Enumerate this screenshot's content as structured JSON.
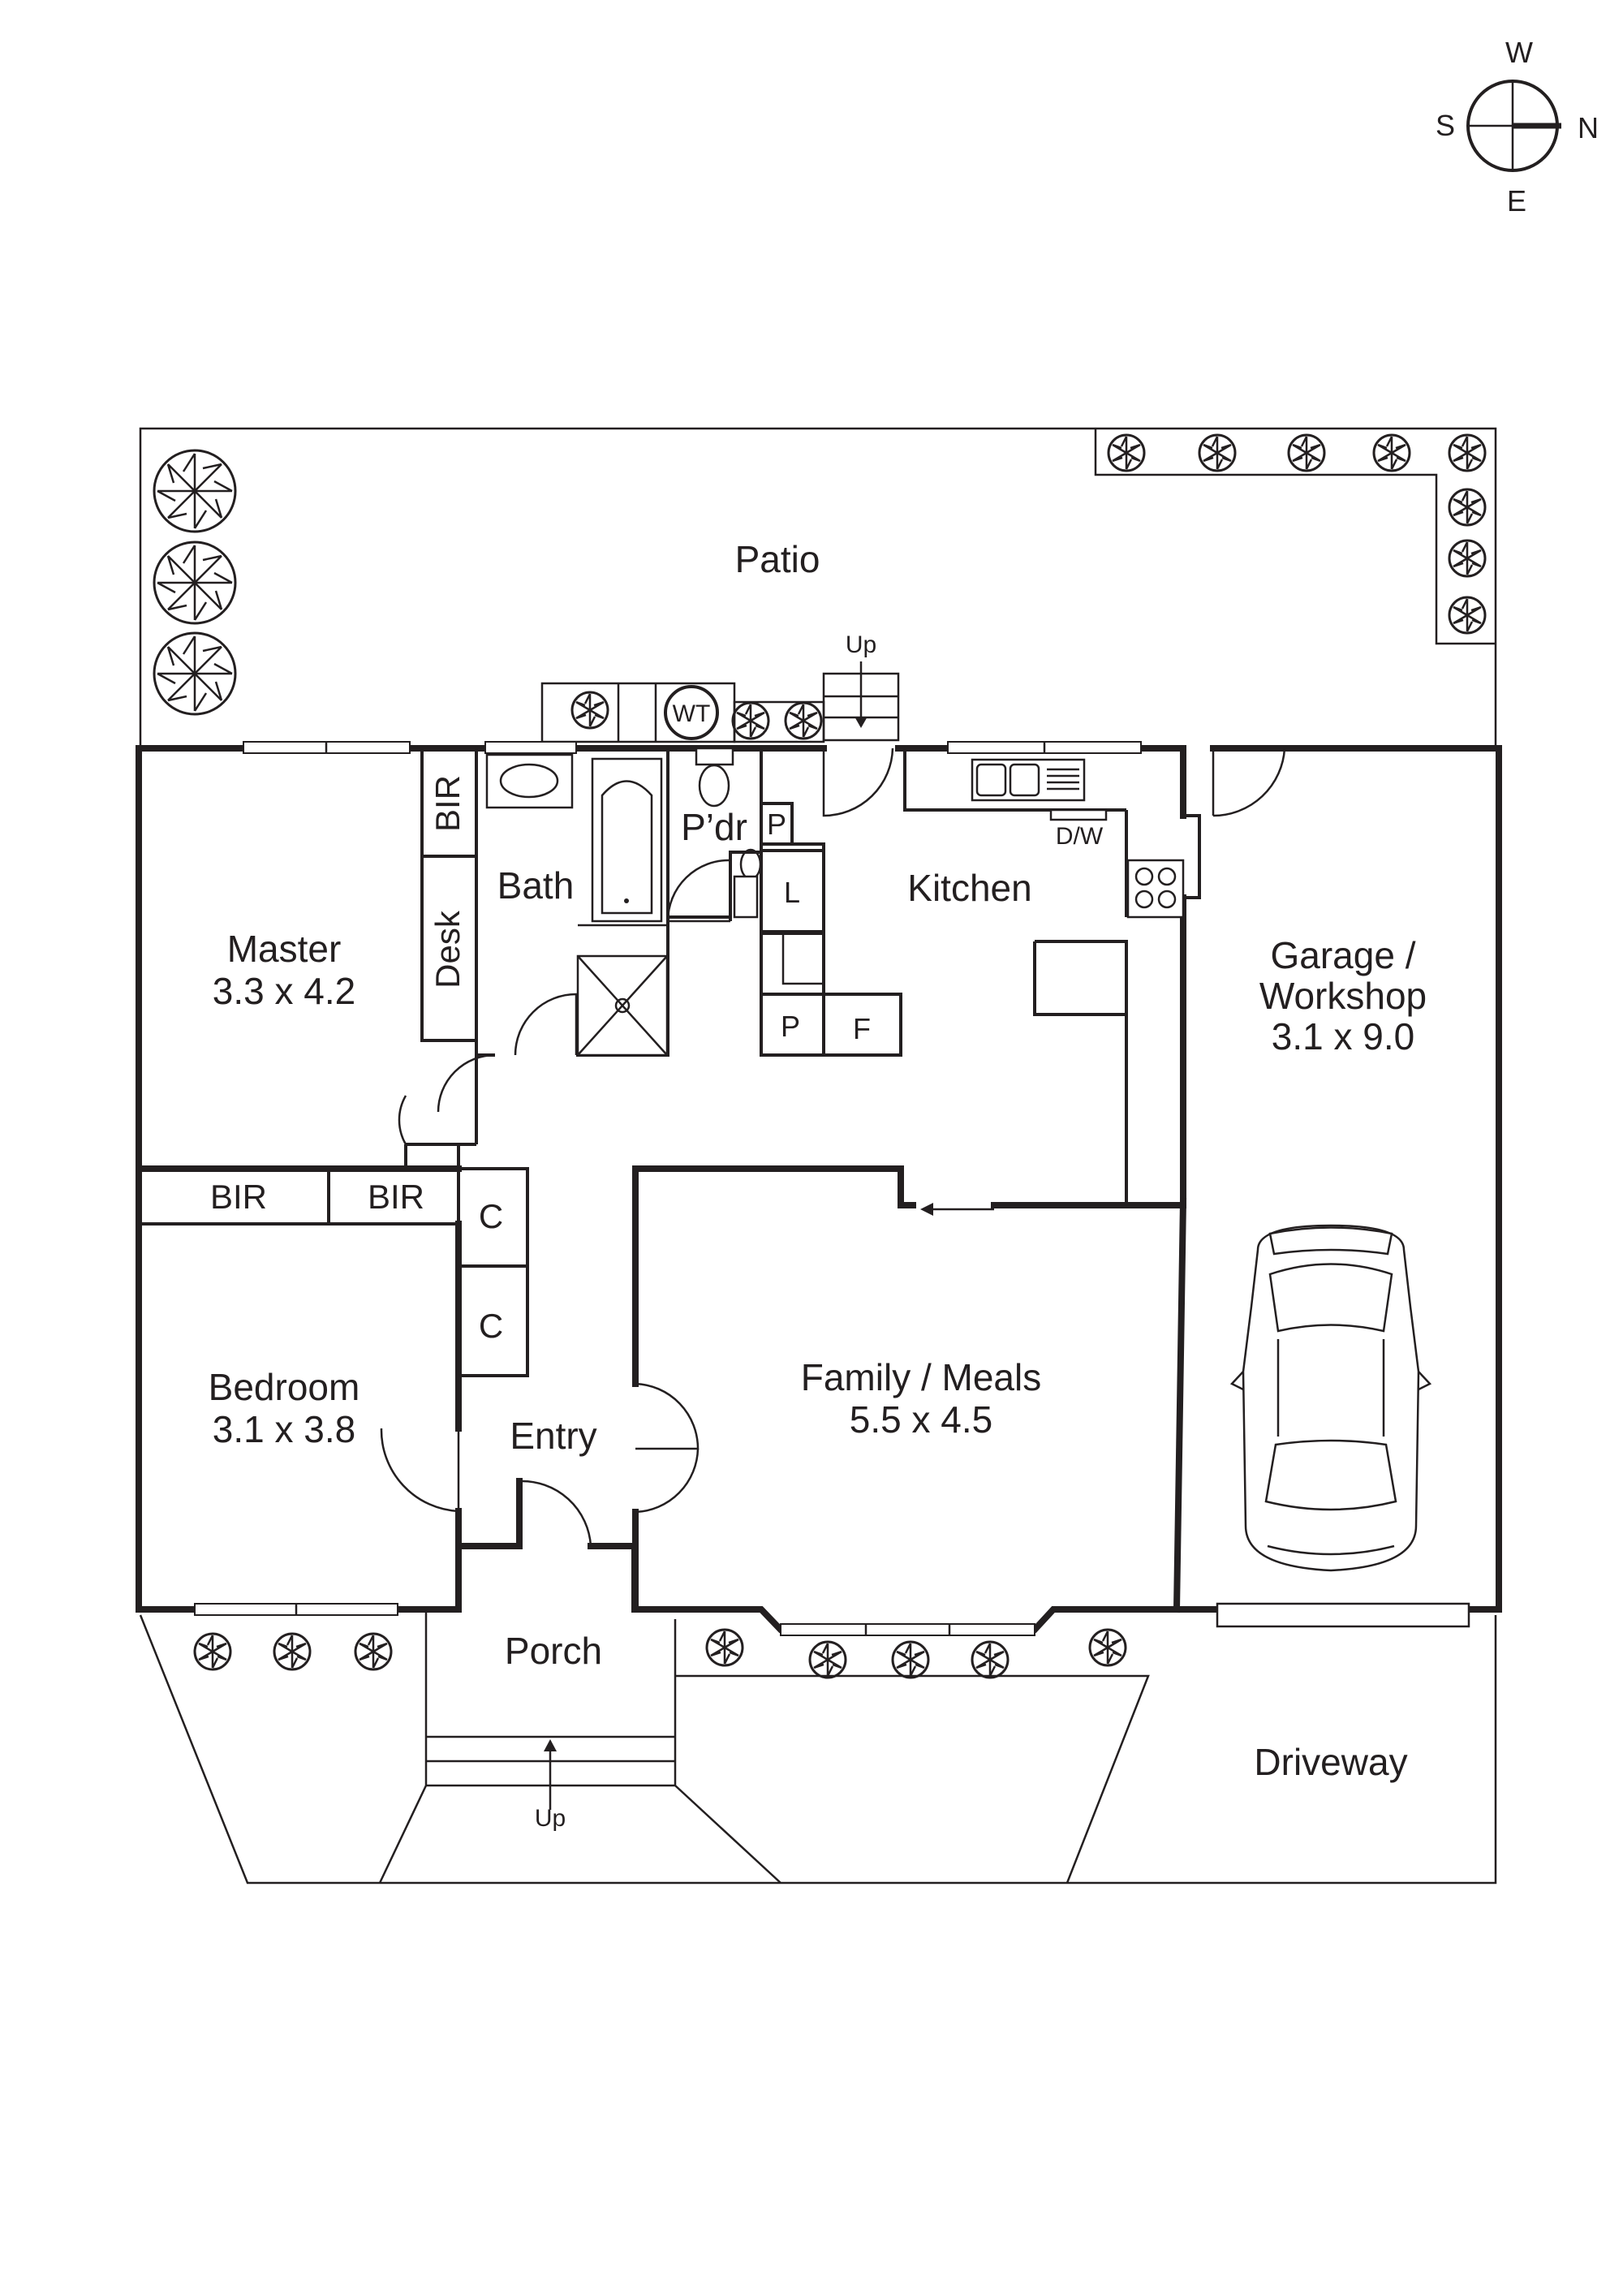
{
  "compass": {
    "n": "N",
    "s": "S",
    "e": "E",
    "w": "W"
  },
  "rooms": {
    "patio": "Patio",
    "master_name": "Master",
    "master_dims": "3.3 x 4.2",
    "bath": "Bath",
    "powder": "P’dr",
    "kitchen": "Kitchen",
    "garage_line1": "Garage /",
    "garage_line2": "Workshop",
    "garage_dims": "3.1 x 9.0",
    "bedroom_name": "Bedroom",
    "bedroom_dims": "3.1 x 3.8",
    "entry": "Entry",
    "family_name": "Family / Meals",
    "family_dims": "5.5 x 4.5",
    "porch": "Porch",
    "driveway": "Driveway"
  },
  "fixtures": {
    "bir": "BIR",
    "desk": "Desk",
    "wt": "WT",
    "pantry": "P",
    "linen": "L",
    "fridge": "F",
    "dishwasher": "D/W",
    "cupboard": "C",
    "up": "Up"
  }
}
